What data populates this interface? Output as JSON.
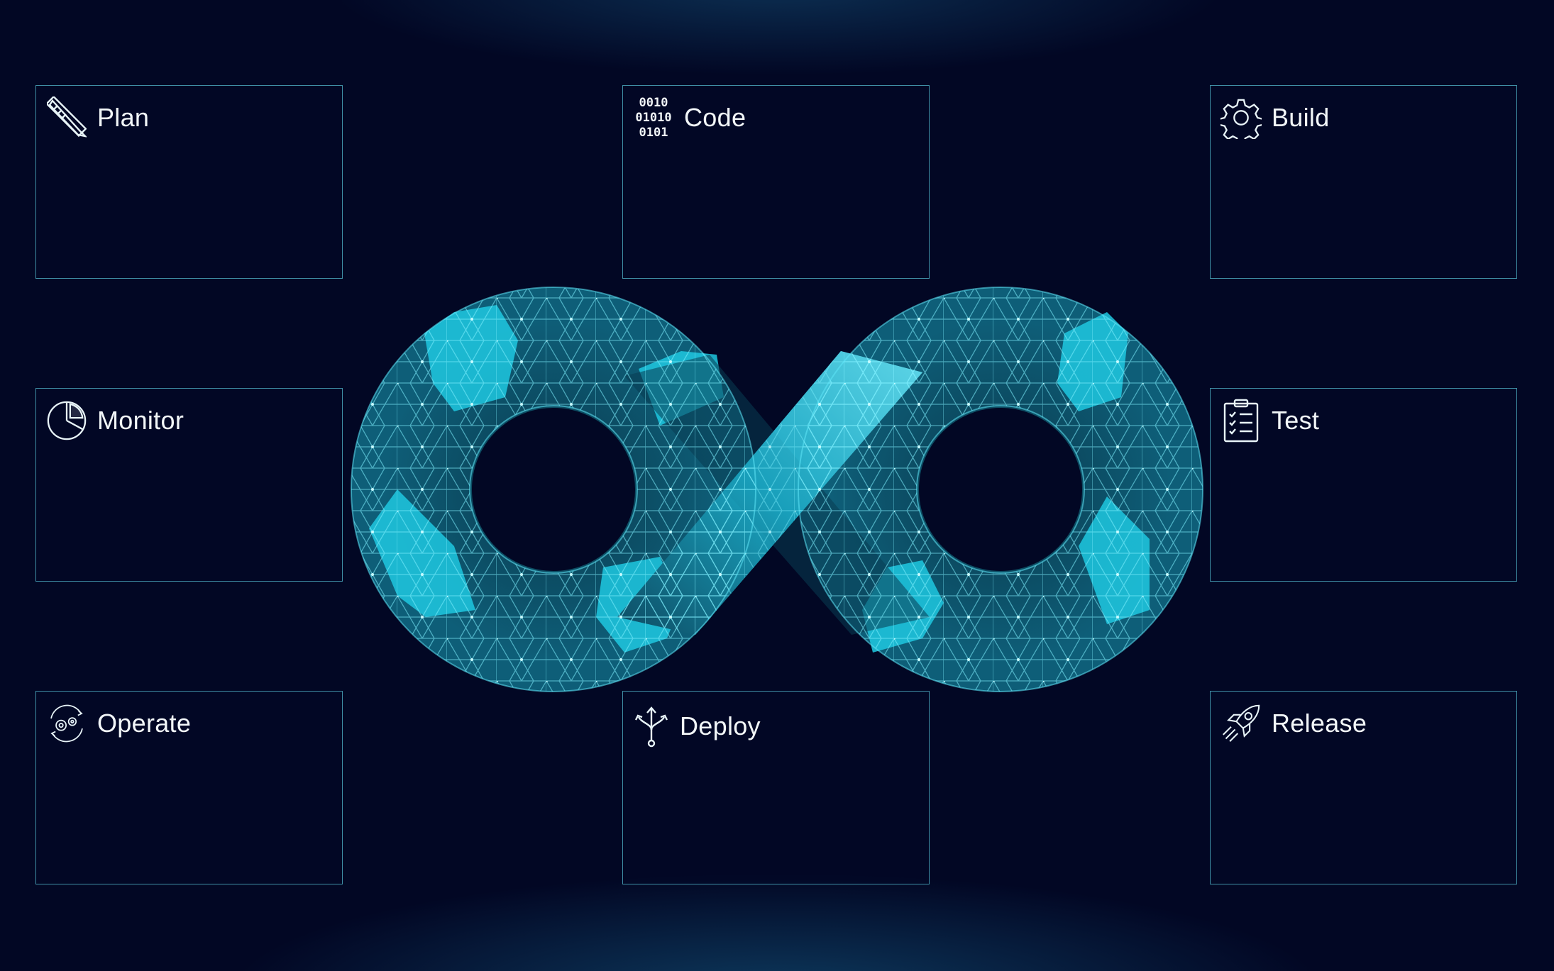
{
  "colors": {
    "background": "#020724",
    "panel_border": "#3f8fa6",
    "label_text": "#f2f6f8",
    "mesh_primary": "#21c7de",
    "mesh_line": "#7ff0ff"
  },
  "stages": {
    "plan": {
      "label": "Plan",
      "icon": "ruler-pencil-icon"
    },
    "code": {
      "label": "Code",
      "icon": "binary-code-icon",
      "binary": [
        "0010",
        "01010",
        "0101"
      ]
    },
    "build": {
      "label": "Build",
      "icon": "gear-icon"
    },
    "monitor": {
      "label": "Monitor",
      "icon": "pie-chart-icon"
    },
    "test": {
      "label": "Test",
      "icon": "clipboard-checklist-icon"
    },
    "operate": {
      "label": "Operate",
      "icon": "gears-cycle-icon"
    },
    "deploy": {
      "label": "Deploy",
      "icon": "branching-arrows-icon"
    },
    "release": {
      "label": "Release",
      "icon": "rocket-icon"
    }
  }
}
